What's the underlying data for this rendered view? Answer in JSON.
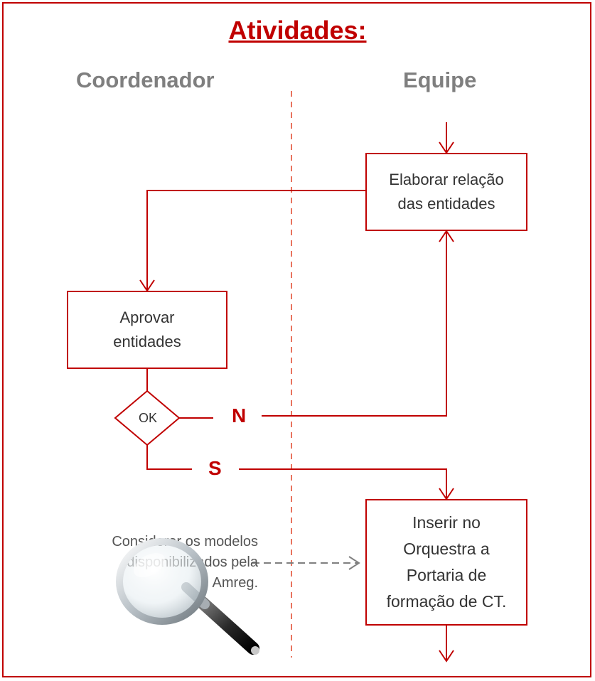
{
  "title": "Atividades:",
  "lanes": {
    "left": "Coordenador",
    "right": "Equipe"
  },
  "boxes": {
    "elaborar": [
      "Elaborar relação",
      "das entidades"
    ],
    "aprovar": [
      "Aprovar",
      "entidades"
    ],
    "inserir": [
      "Inserir no",
      "Orquestra a",
      "Portaria de",
      "formação de CT."
    ]
  },
  "decision": {
    "label": "OK",
    "no": "N",
    "yes": "S"
  },
  "note": [
    "Considerar os modelos",
    "disponibilizados pela",
    "Amreg."
  ],
  "colors": {
    "accent": "#c00000",
    "lane_text": "#7f7f7f",
    "divider": "#e8735e"
  },
  "icons": [
    "magnifier-icon"
  ]
}
